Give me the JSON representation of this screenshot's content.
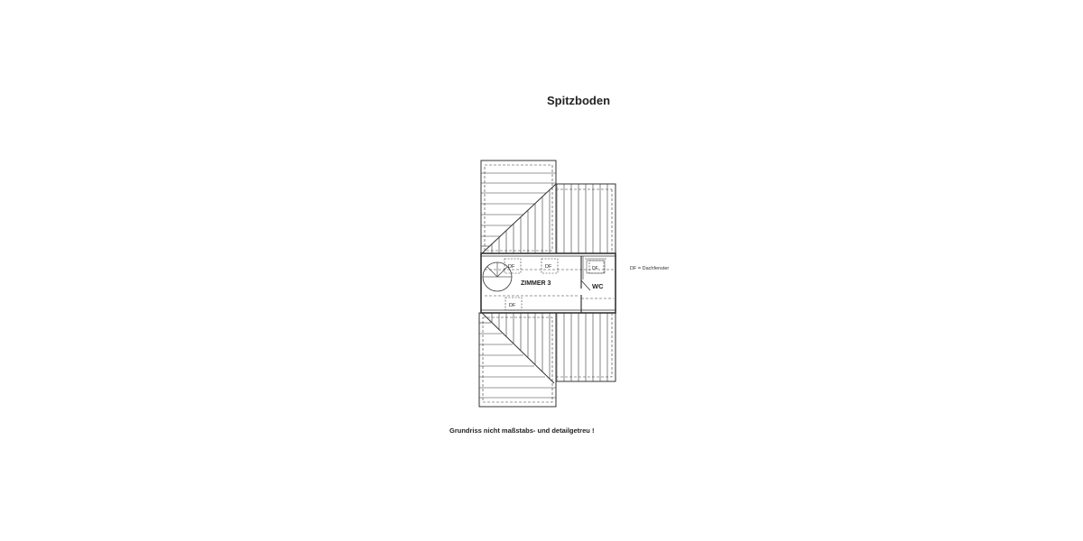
{
  "title": "Spitzboden",
  "legend": "DF = Dachfenster",
  "footnote": "Grundriss nicht maßstabs- und detailgetreu !",
  "rooms": {
    "main": "ZIMMER 3",
    "wc": "WC"
  },
  "windows": [
    {
      "label": "DF"
    },
    {
      "label": "DF"
    },
    {
      "label": "DF"
    },
    {
      "label": "DF"
    }
  ],
  "colors": {
    "line": "#222222",
    "background": "#ffffff"
  }
}
